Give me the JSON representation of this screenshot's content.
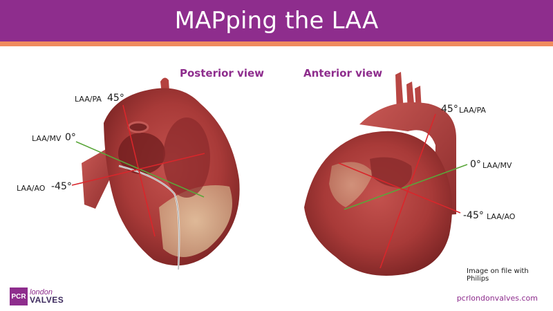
{
  "slide": {
    "title": "MAPping the LAA",
    "credit": "Image on file with Philips",
    "website": "pcrlondonvalves.com"
  },
  "logo": {
    "mark": "PCR",
    "line1": "london",
    "line2": "VALVES"
  },
  "posterior": {
    "heading": "Posterior view",
    "pa_label": "LAA/PA",
    "pa_deg": "45°",
    "mv_label": "LAA/MV",
    "mv_deg": "0°",
    "ao_label": "LAA/AO",
    "ao_deg": "-45°"
  },
  "anterior": {
    "heading": "Anterior view",
    "pa_label": "LAA/PA",
    "pa_deg": "45°",
    "mv_label": "LAA/MV",
    "mv_deg": "0°",
    "ao_label": "LAA/AO",
    "ao_deg": "-45°"
  },
  "colors": {
    "brand_purple": "#8e2d8d",
    "accent_orange": "#f08b5e",
    "line_red": "#d9262b",
    "line_green": "#5aa63a"
  }
}
